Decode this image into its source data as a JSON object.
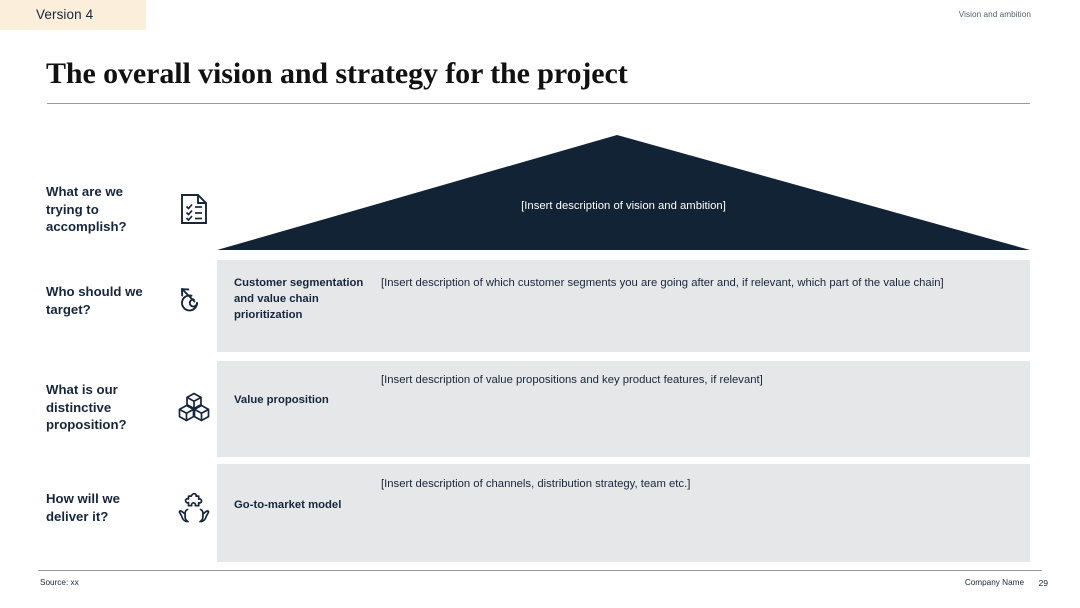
{
  "header": {
    "version_label": "Version 4",
    "section_tag": "Vision and ambition",
    "banner_color": "#fbefdb"
  },
  "title": "The overall vision and strategy for the project",
  "theme": {
    "navy": "#17263c",
    "row_gray": "#e6e7e8",
    "rule_gray": "#9a9a9a"
  },
  "questions": [
    {
      "label": "What are we trying to accomplish?",
      "icon": "checklist-document-icon"
    },
    {
      "label": "Who should we target?",
      "icon": "target-bullseye-arrow-icon"
    },
    {
      "label": "What is our distinctive proposition?",
      "icon": "stacked-cubes-icon"
    },
    {
      "label": "How will we deliver it?",
      "icon": "hands-holding-puzzle-piece-icon"
    }
  ],
  "roof": {
    "text": "[Insert description of vision and ambition]"
  },
  "rows": [
    {
      "label": "Customer segmentation and value chain prioritization",
      "description": "[Insert description of which customer segments you are going after and, if relevant, which part of the value chain]"
    },
    {
      "label": "Value proposition",
      "description": "[Insert description of value propositions and key product features, if relevant]"
    },
    {
      "label": "Go-to-market model",
      "description": "[Insert description of channels, distribution strategy, team etc.]"
    }
  ],
  "footer": {
    "source": "Source: xx",
    "company": "Company Name",
    "page": "29"
  }
}
